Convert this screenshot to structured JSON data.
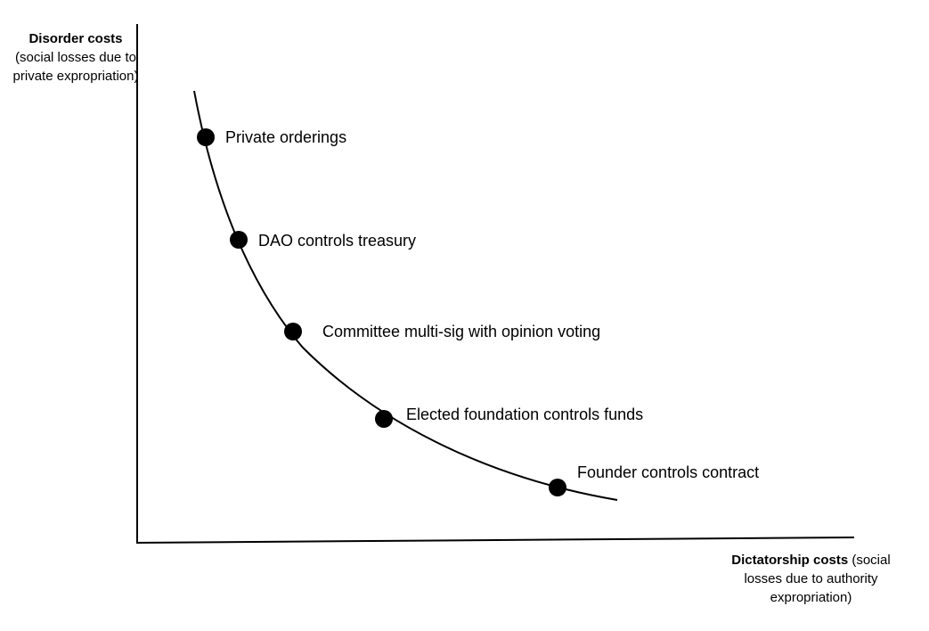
{
  "y_axis": {
    "title_bold": "Disorder costs",
    "title_rest": "(social losses due to private expropriation)"
  },
  "x_axis": {
    "title_bold": "Dictatorship costs",
    "title_rest": "(social losses due to authority expropriation)"
  },
  "points": [
    {
      "label": "Private orderings"
    },
    {
      "label": "DAO controls treasury"
    },
    {
      "label": "Committee multi-sig with opinion voting"
    },
    {
      "label": "Elected foundation controls funds"
    },
    {
      "label": "Founder controls contract"
    }
  ],
  "colors": {
    "ink": "#000000",
    "background": "#ffffff"
  }
}
